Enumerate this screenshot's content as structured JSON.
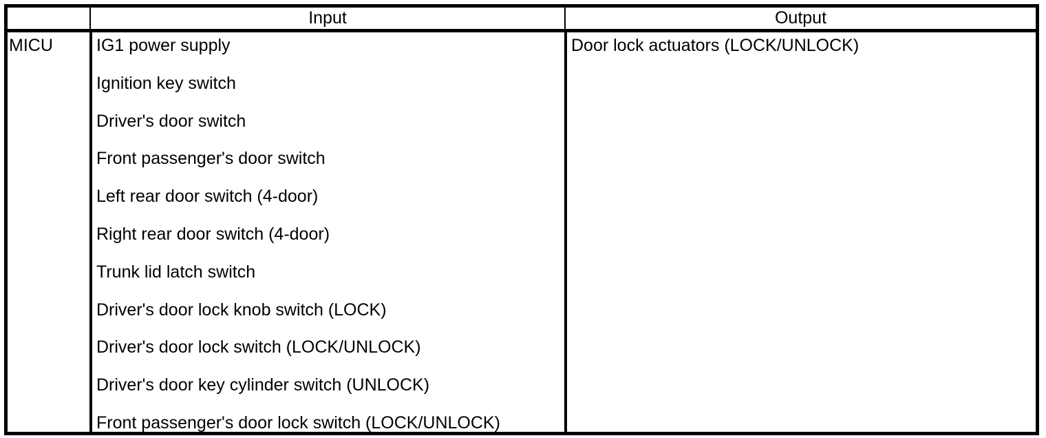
{
  "table": {
    "columns": {
      "module_header": "",
      "input_header": "Input",
      "output_header": "Output"
    },
    "module_label": "MICU",
    "inputs": [
      "IG1 power supply",
      "Ignition key switch",
      "Driver's door switch",
      "Front passenger's door switch",
      "Left rear door switch (4-door)",
      "Right rear door switch (4-door)",
      "Trunk lid latch switch",
      "Driver's door lock knob switch (LOCK)",
      "Driver's door lock switch (LOCK/UNLOCK)",
      "Driver's door key cylinder switch (UNLOCK)",
      "Front passenger's door lock switch (LOCK/UNLOCK)"
    ],
    "outputs": [
      "Door lock actuators (LOCK/UNLOCK)"
    ]
  },
  "colors": {
    "border": "#000000",
    "text": "#000000",
    "background": "#ffffff"
  }
}
